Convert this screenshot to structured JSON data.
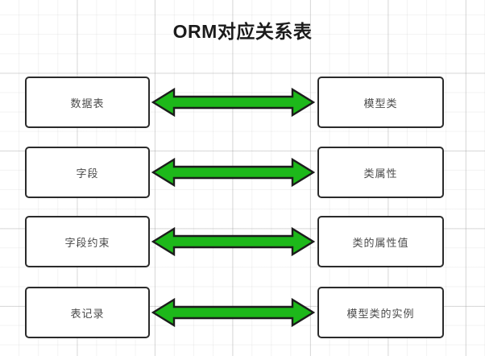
{
  "diagram": {
    "title": "ORM对应关系表",
    "type": "mapping-table",
    "colors": {
      "arrow_fill": "#1db81a",
      "arrow_stroke": "#1c1c1c",
      "box_border": "#2b2b2b",
      "box_fill": "#ffffff",
      "text": "#4a4a4a",
      "title_text": "#1b1b1b",
      "background": "#ffffff",
      "grid_line": "#d9d9d9"
    },
    "rows": [
      {
        "left": "数据表",
        "right": "模型类",
        "connector": "double-headed-arrow"
      },
      {
        "left": "字段",
        "right": "类属性",
        "connector": "double-headed-arrow"
      },
      {
        "left": "字段约束",
        "right": "类的属性值",
        "connector": "double-headed-arrow"
      },
      {
        "left": "表记录",
        "right": "模型类的实例",
        "connector": "double-headed-arrow"
      }
    ]
  }
}
